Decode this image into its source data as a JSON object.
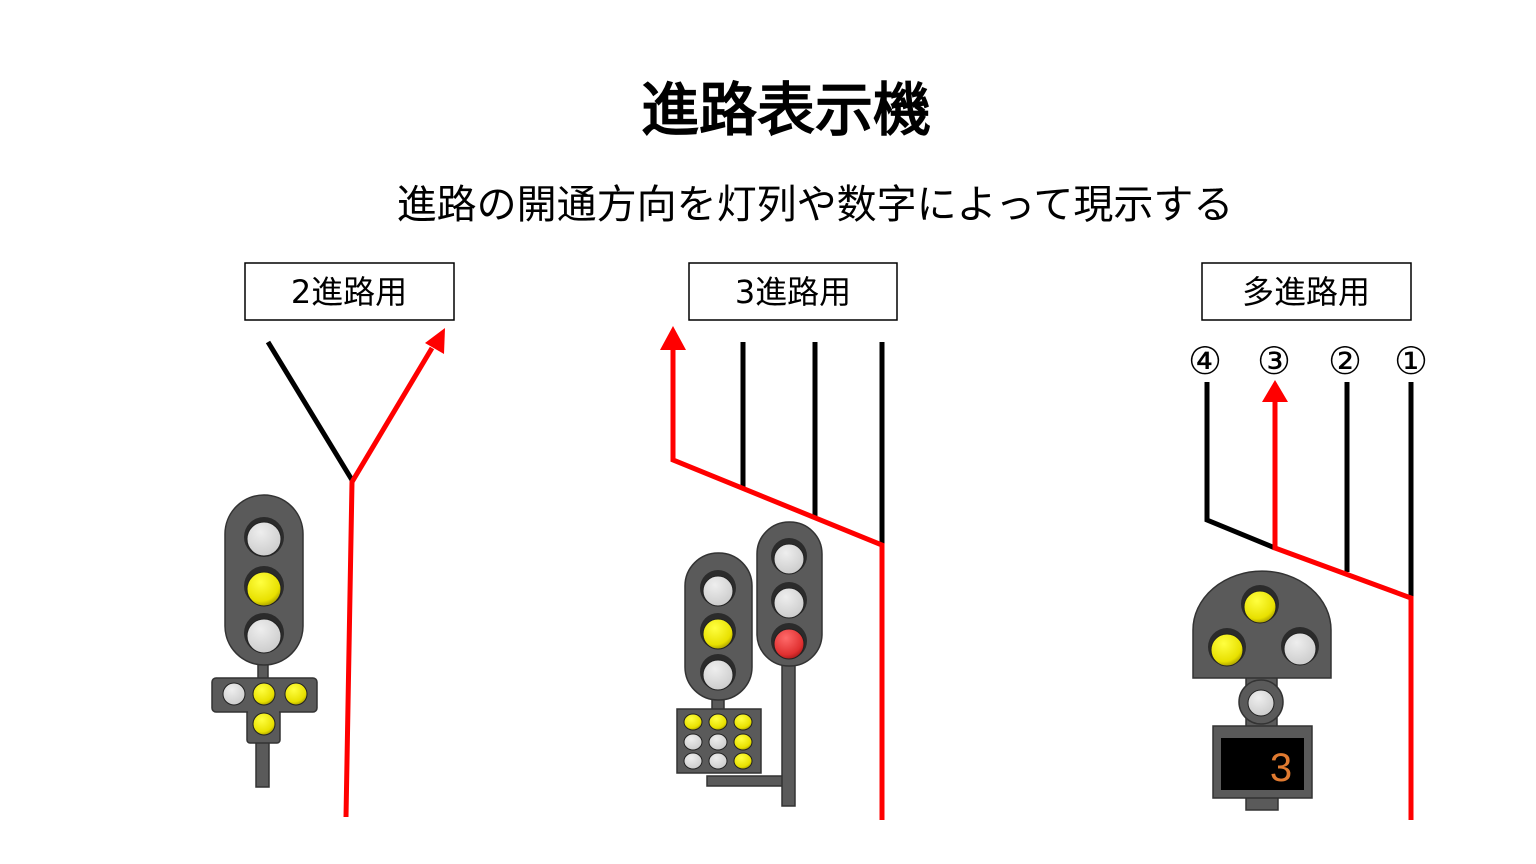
{
  "title": "進路表示機",
  "subtitle": "進路の開通方向を灯列や数字によって現示する",
  "panels": [
    {
      "label": "2進路用"
    },
    {
      "label": "3進路用"
    },
    {
      "label": "多進路用",
      "route_numbers": [
        "④",
        "③",
        "②",
        "①"
      ],
      "indicator_digit": "3"
    }
  ],
  "colors": {
    "route_active": "#ff0000",
    "route_inactive": "#000000",
    "lamp_yellow": "#f0e800",
    "lamp_red": "#e03030",
    "lamp_off": "#d4d4d4",
    "housing": "#5a5a5a",
    "digit": "#e07a30"
  }
}
